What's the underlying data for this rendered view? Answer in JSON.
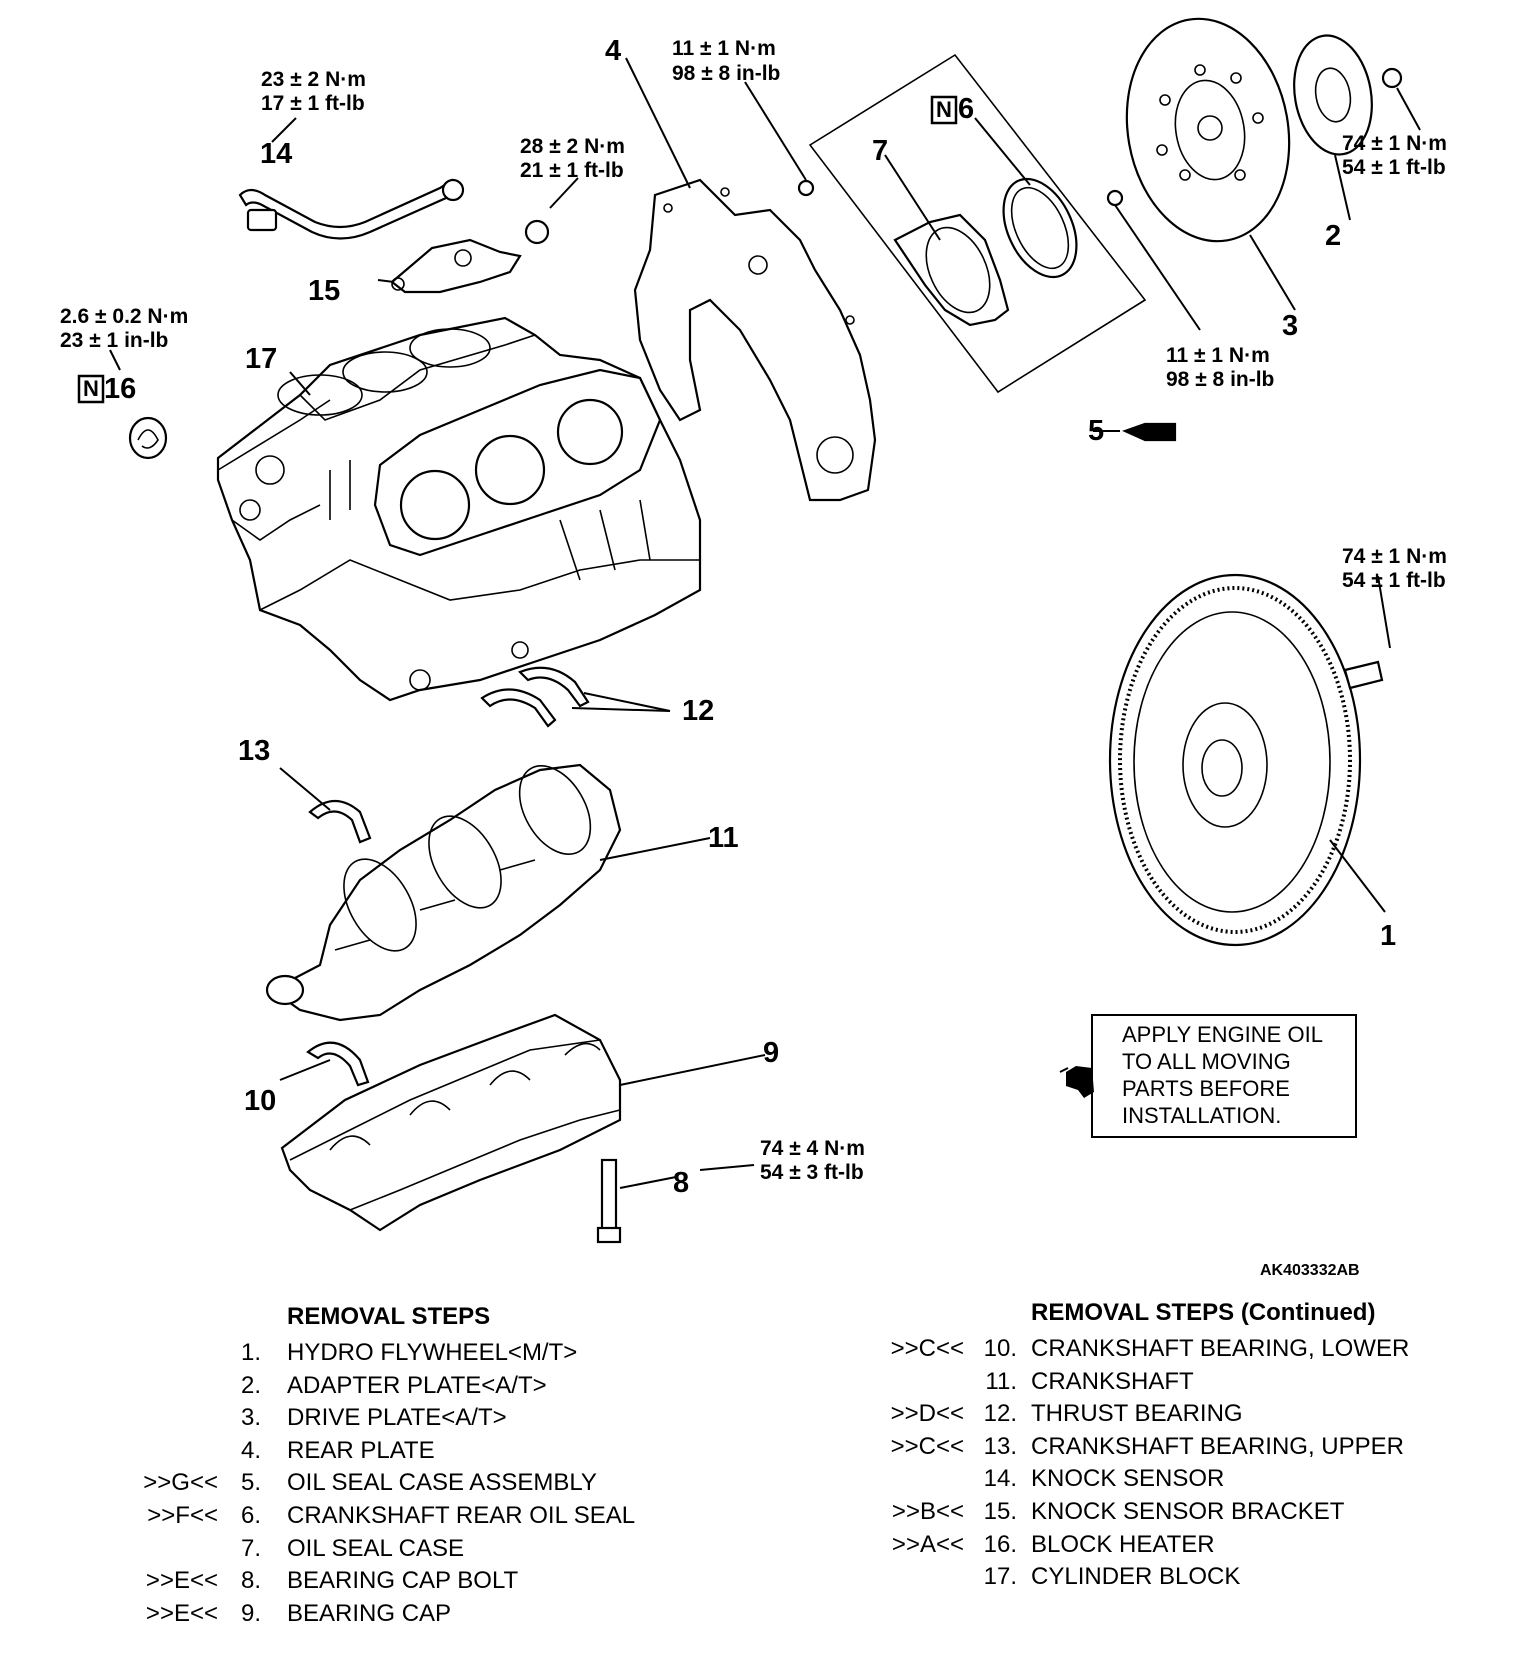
{
  "callouts": {
    "c1": "1",
    "c2": "2",
    "c3": "3",
    "c4": "4",
    "c5": "5",
    "c6": "6",
    "c7": "7",
    "c8": "8",
    "c9": "9",
    "c10": "10",
    "c11": "11",
    "c12": "12",
    "c13": "13",
    "c14": "14",
    "c15": "15",
    "c16": "16",
    "c17": "17"
  },
  "torques": {
    "t14_nm": "23 ± 2 N·m",
    "t14_ft": "17 ± 1 ft-lb",
    "t15_nm": "28 ± 2 N·m",
    "t15_ft": "21 ± 1 ft-lb",
    "t4_nm": "11 ± 1 N·m",
    "t4_ft": "98 ± 8 in-lb",
    "t2_nm": "74 ± 1 N·m",
    "t2_ft": "54 ± 1 ft-lb",
    "t16_nm": "2.6 ± 0.2 N·m",
    "t16_ft": "23 ± 1 in-lb",
    "t3_nm": "11 ± 1 N·m",
    "t3_ft": "98 ± 8 in-lb",
    "t1_nm": "74 ± 1 N·m",
    "t1_ft": "54 ± 1 ft-lb",
    "t8_nm": "74 ± 4 N·m",
    "t8_ft": "54 ± 3 ft-lb"
  },
  "new_part_mark": "N",
  "oil_note": [
    "APPLY ENGINE OIL",
    "TO ALL MOVING",
    "PARTS BEFORE",
    "INSTALLATION."
  ],
  "figure_code": "AK403332AB",
  "removal_steps": {
    "title": "REMOVAL STEPS",
    "continued_title": "REMOVAL STEPS (Continued)",
    "left": [
      {
        "marker": "",
        "num": "1.",
        "label": "HYDRO FLYWHEEL<M/T>"
      },
      {
        "marker": "",
        "num": "2.",
        "label": "ADAPTER PLATE<A/T>"
      },
      {
        "marker": "",
        "num": "3.",
        "label": "DRIVE PLATE<A/T>"
      },
      {
        "marker": "",
        "num": "4.",
        "label": "REAR PLATE"
      },
      {
        "marker": ">>G<<",
        "num": "5.",
        "label": "OIL SEAL CASE ASSEMBLY"
      },
      {
        "marker": ">>F<<",
        "num": "6.",
        "label": "CRANKSHAFT REAR OIL SEAL"
      },
      {
        "marker": "",
        "num": "7.",
        "label": "OIL SEAL CASE"
      },
      {
        "marker": ">>E<<",
        "num": "8.",
        "label": "BEARING CAP BOLT"
      },
      {
        "marker": ">>E<<",
        "num": "9.",
        "label": "BEARING CAP"
      }
    ],
    "right": [
      {
        "marker": ">>C<<",
        "num": "10.",
        "label": "CRANKSHAFT BEARING, LOWER"
      },
      {
        "marker": "",
        "num": "11.",
        "label": "CRANKSHAFT"
      },
      {
        "marker": ">>D<<",
        "num": "12.",
        "label": "THRUST BEARING"
      },
      {
        "marker": ">>C<<",
        "num": "13.",
        "label": "CRANKSHAFT BEARING, UPPER"
      },
      {
        "marker": "",
        "num": "14.",
        "label": "KNOCK SENSOR"
      },
      {
        "marker": ">>B<<",
        "num": "15.",
        "label": "KNOCK SENSOR BRACKET"
      },
      {
        "marker": ">>A<<",
        "num": "16.",
        "label": "BLOCK HEATER"
      },
      {
        "marker": "",
        "num": "17.",
        "label": "CYLINDER BLOCK"
      }
    ]
  }
}
